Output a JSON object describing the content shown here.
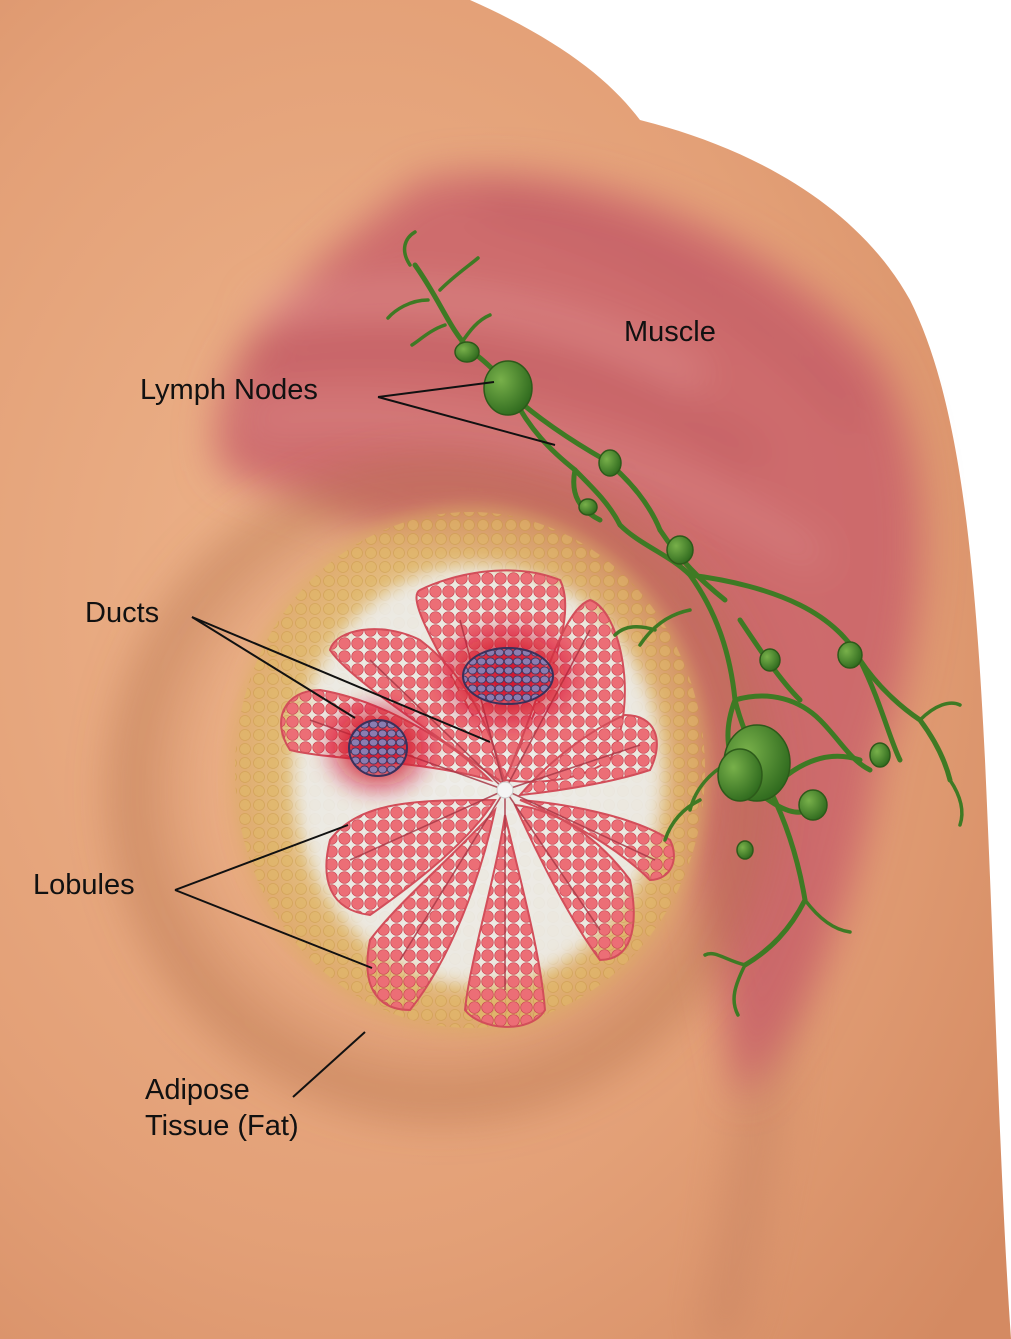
{
  "labels": {
    "muscle": "Muscle",
    "lymph_nodes": "Lymph Nodes",
    "ducts": "Ducts",
    "lobules": "Lobules",
    "adipose_line1": "Adipose",
    "adipose_line2": "Tissue (Fat)"
  },
  "colors": {
    "skin": "#e8a77e",
    "skin_shadow": "#c8805c",
    "muscle": "#c9606a",
    "fat": "#e2b45c",
    "lobule": "#e4606a",
    "tumor": "#7a6a9a",
    "lymph": "#3f7a2a",
    "leader": "#111111"
  }
}
